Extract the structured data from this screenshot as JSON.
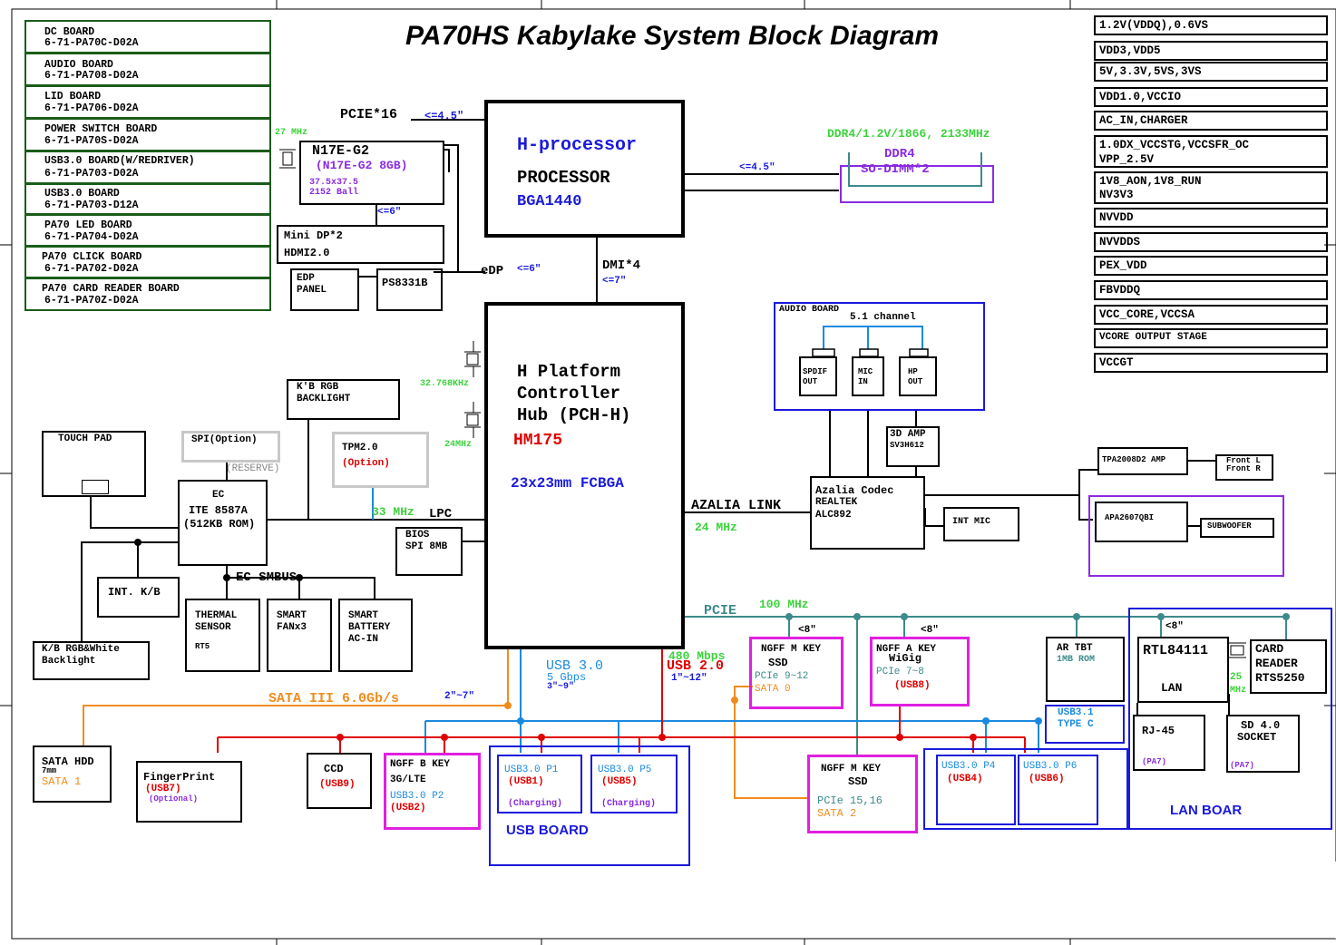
{
  "title": "PA70HS Kabylake System Block Diagram",
  "boards": [
    {
      "name": "DC BOARD",
      "pn": "6-71-PA70C-D02A"
    },
    {
      "name": "AUDIO BOARD",
      "pn": "6-71-PA708-D02A"
    },
    {
      "name": "LID BOARD",
      "pn": "6-71-PA706-D02A"
    },
    {
      "name": "POWER SWITCH BOARD",
      "pn": "6-71-PA70S-D02A"
    },
    {
      "name": "USB3.0 BOARD(W/REDRIVER)",
      "pn": "6-71-PA703-D02A"
    },
    {
      "name": "USB3.0 BOARD",
      "pn": "6-71-PA703-D12A"
    },
    {
      "name": "PA70 LED BOARD",
      "pn": "6-71-PA704-D02A"
    },
    {
      "name": "PA70 CLICK BOARD",
      "pn": "6-71-PA702-D02A"
    },
    {
      "name": "PA70 CARD READER BOARD",
      "pn": "6-71-PA70Z-D02A"
    }
  ],
  "power_rails": [
    "1.2V(VDDQ),0.6VS",
    "VDD3,VDD5",
    "5V,3.3V,5VS,3VS",
    "VDD1.0,VCCIO",
    "AC_IN,CHARGER",
    "1.0DX_VCCSTG,VCCSFR_OC",
    "VPP_2.5V",
    "1V8_AON,1V8_RUN",
    "NV3V3",
    "NVVDD",
    "NVVDDS",
    "PEX_VDD",
    "FBVDDQ",
    "VCC_CORE,VCCSA",
    "VCORE OUTPUT STAGE",
    "VCCGT"
  ],
  "cpu": {
    "line1": "H-processor",
    "line2": "PROCESSOR",
    "line3": "BGA1440"
  },
  "pch": {
    "line1": "H Platform",
    "line2": "Controller",
    "line3": "Hub (PCH-H)",
    "line4": "HM175",
    "line5": "23x23mm FCBGA"
  },
  "gpu": {
    "clock": "27 MHz",
    "name": "N17E-G2",
    "sub": "(N17E-G2 8GB)",
    "pkg": "37.5x37.5",
    "balls": "2152 Ball"
  },
  "labels": {
    "pcie16": "PCIE*16",
    "pcie16_len": "<=4.5\"",
    "ddr_len": "<=4.5\"",
    "gpu_dp_len": "<=6\"",
    "edp": "eDP",
    "edp_len": "<=6\"",
    "dmi": "DMI*4",
    "dmi_len": "<=7\"",
    "ddr_spec": "DDR4/1.2V/1866, 2133MHz",
    "ddr_name": "DDR4",
    "ddr_slot": "SO-DIMM*2",
    "minidp": "Mini DP*2",
    "hdmi": "HDMI2.0",
    "edp_panel": "EDP",
    "edp_panel2": "PANEL",
    "ps8331": "PS8331B",
    "clk32": "32.768KHz",
    "clk24": "24MHz",
    "kb_rgb1": "K'B RGB",
    "kb_rgb2": "BACKLIGHT",
    "tpm": "TPM2.0",
    "tpm_opt": "(Option)",
    "spi": "SPI(Option)",
    "reserve": "(RESERVE)",
    "touchpad": "TOUCH PAD",
    "ec1": "EC",
    "ec2": "ITE 8587A",
    "ec3": "(512KB ROM)",
    "lpc_clk": "33 MHz",
    "lpc": "LPC",
    "bios1": "BIOS",
    "bios2": "SPI 8MB",
    "ec_smbus": "EC SMBUS",
    "int_kb": "INT. K/B",
    "thermal1": "THERMAL",
    "thermal2": "SENSOR",
    "thermal3": "RT5",
    "fan1": "SMART",
    "fan2": "FANx3",
    "bat1": "SMART",
    "bat2": "BATTERY",
    "bat3": "AC-IN",
    "kbw1": "K/B RGB&White",
    "kbw2": "Backlight",
    "audio_board": "AUDIO BOARD",
    "ch51": "5.1 channel",
    "spdif1": "SPDIF",
    "spdif2": "OUT",
    "mic1": "MIC",
    "mic2": "IN",
    "hp1": "HP",
    "hp2": "OUT",
    "amp3d1": "3D AMP",
    "amp3d2": "SV3H612",
    "azalia": "AZALIA LINK",
    "az_clk": "24 MHz",
    "codec1": "Azalia Codec",
    "codec2": "REALTEK",
    "codec3": "ALC892",
    "intmic": "INT MIC",
    "tpa": "TPA2008D2 AMP",
    "frontl": "Front L",
    "frontr": "Front R",
    "apa": "APA2607QBI",
    "sub": "SUBWOOFER",
    "pcie": "PCIE",
    "pcie_clk": "100 MHz",
    "len8": "<8\"",
    "ssd1_a": "NGFF M KEY",
    "ssd1_b": "SSD",
    "ssd1_c": "PCIe 9~12",
    "ssd1_d": "SATA 0",
    "wigig_a": "NGFF A KEY",
    "wigig_b": "WiGig",
    "wigig_c": "PCIe 7~8",
    "wigig_d": "(USB8)",
    "tbt1": "AR TBT",
    "tbt2": "1MB ROM",
    "rtl": "RTL84111",
    "lan": "LAN",
    "card1": "CARD",
    "card2": "READER",
    "card3": "RTS5250",
    "clk25a": "25",
    "clk25b": "MHz",
    "rj45": "RJ-45",
    "pa7": "(PA7)",
    "sd1": "SD 4.0",
    "sd2": "SOCKET",
    "lan_board": "LAN BOAR",
    "usb31a": "USB3.1",
    "usb31b": "TYPE C",
    "usb30": "USB 3.0",
    "usb30_speed": "5 Gbps",
    "usb30_len": "3\"~9\"",
    "usb20_speed": "480 Mbps",
    "usb20": "USB 2.0",
    "usb20_len": "1\"~12\"",
    "sata": "SATA III 6.0Gb/s",
    "sata_len": "2\"~7\"",
    "hdd1": "SATA HDD",
    "hdd2": "7mm",
    "hdd3": "SATA 1",
    "fp1": "FingerPrint",
    "fp2": "(USB7)",
    "fp3": "(Optional)",
    "ccd1": "CCD",
    "ccd2": "(USB9)",
    "ngffb1": "NGFF B KEY",
    "ngffb2": "3G/LTE",
    "ngffb3": "USB3.0 P2",
    "ngffb4": "(USB2)",
    "p1a": "USB3.0 P1",
    "p1b": "(USB1)",
    "p1c": "(Charging)",
    "p5a": "USB3.0 P5",
    "p5b": "(USB5)",
    "p5c": "(Charging)",
    "usb_board": "USB BOARD",
    "ssd2_a": "NGFF M KEY",
    "ssd2_b": "SSD",
    "ssd2_c": "PCIe 15,16",
    "ssd2_d": "SATA 2",
    "p4a": "USB3.0 P4",
    "p4b": "(USB4)",
    "p6a": "USB3.0 P6",
    "p6b": "(USB6)"
  },
  "colors": {
    "usb3": "#1a8ae0",
    "usb2": "#e00000",
    "sata": "#f08c1e",
    "pcie": "#3d8a8a",
    "board": "#1a5c1a",
    "magenta": "#e020e0",
    "purple": "#8a2be2",
    "blue": "#1a1adb"
  }
}
